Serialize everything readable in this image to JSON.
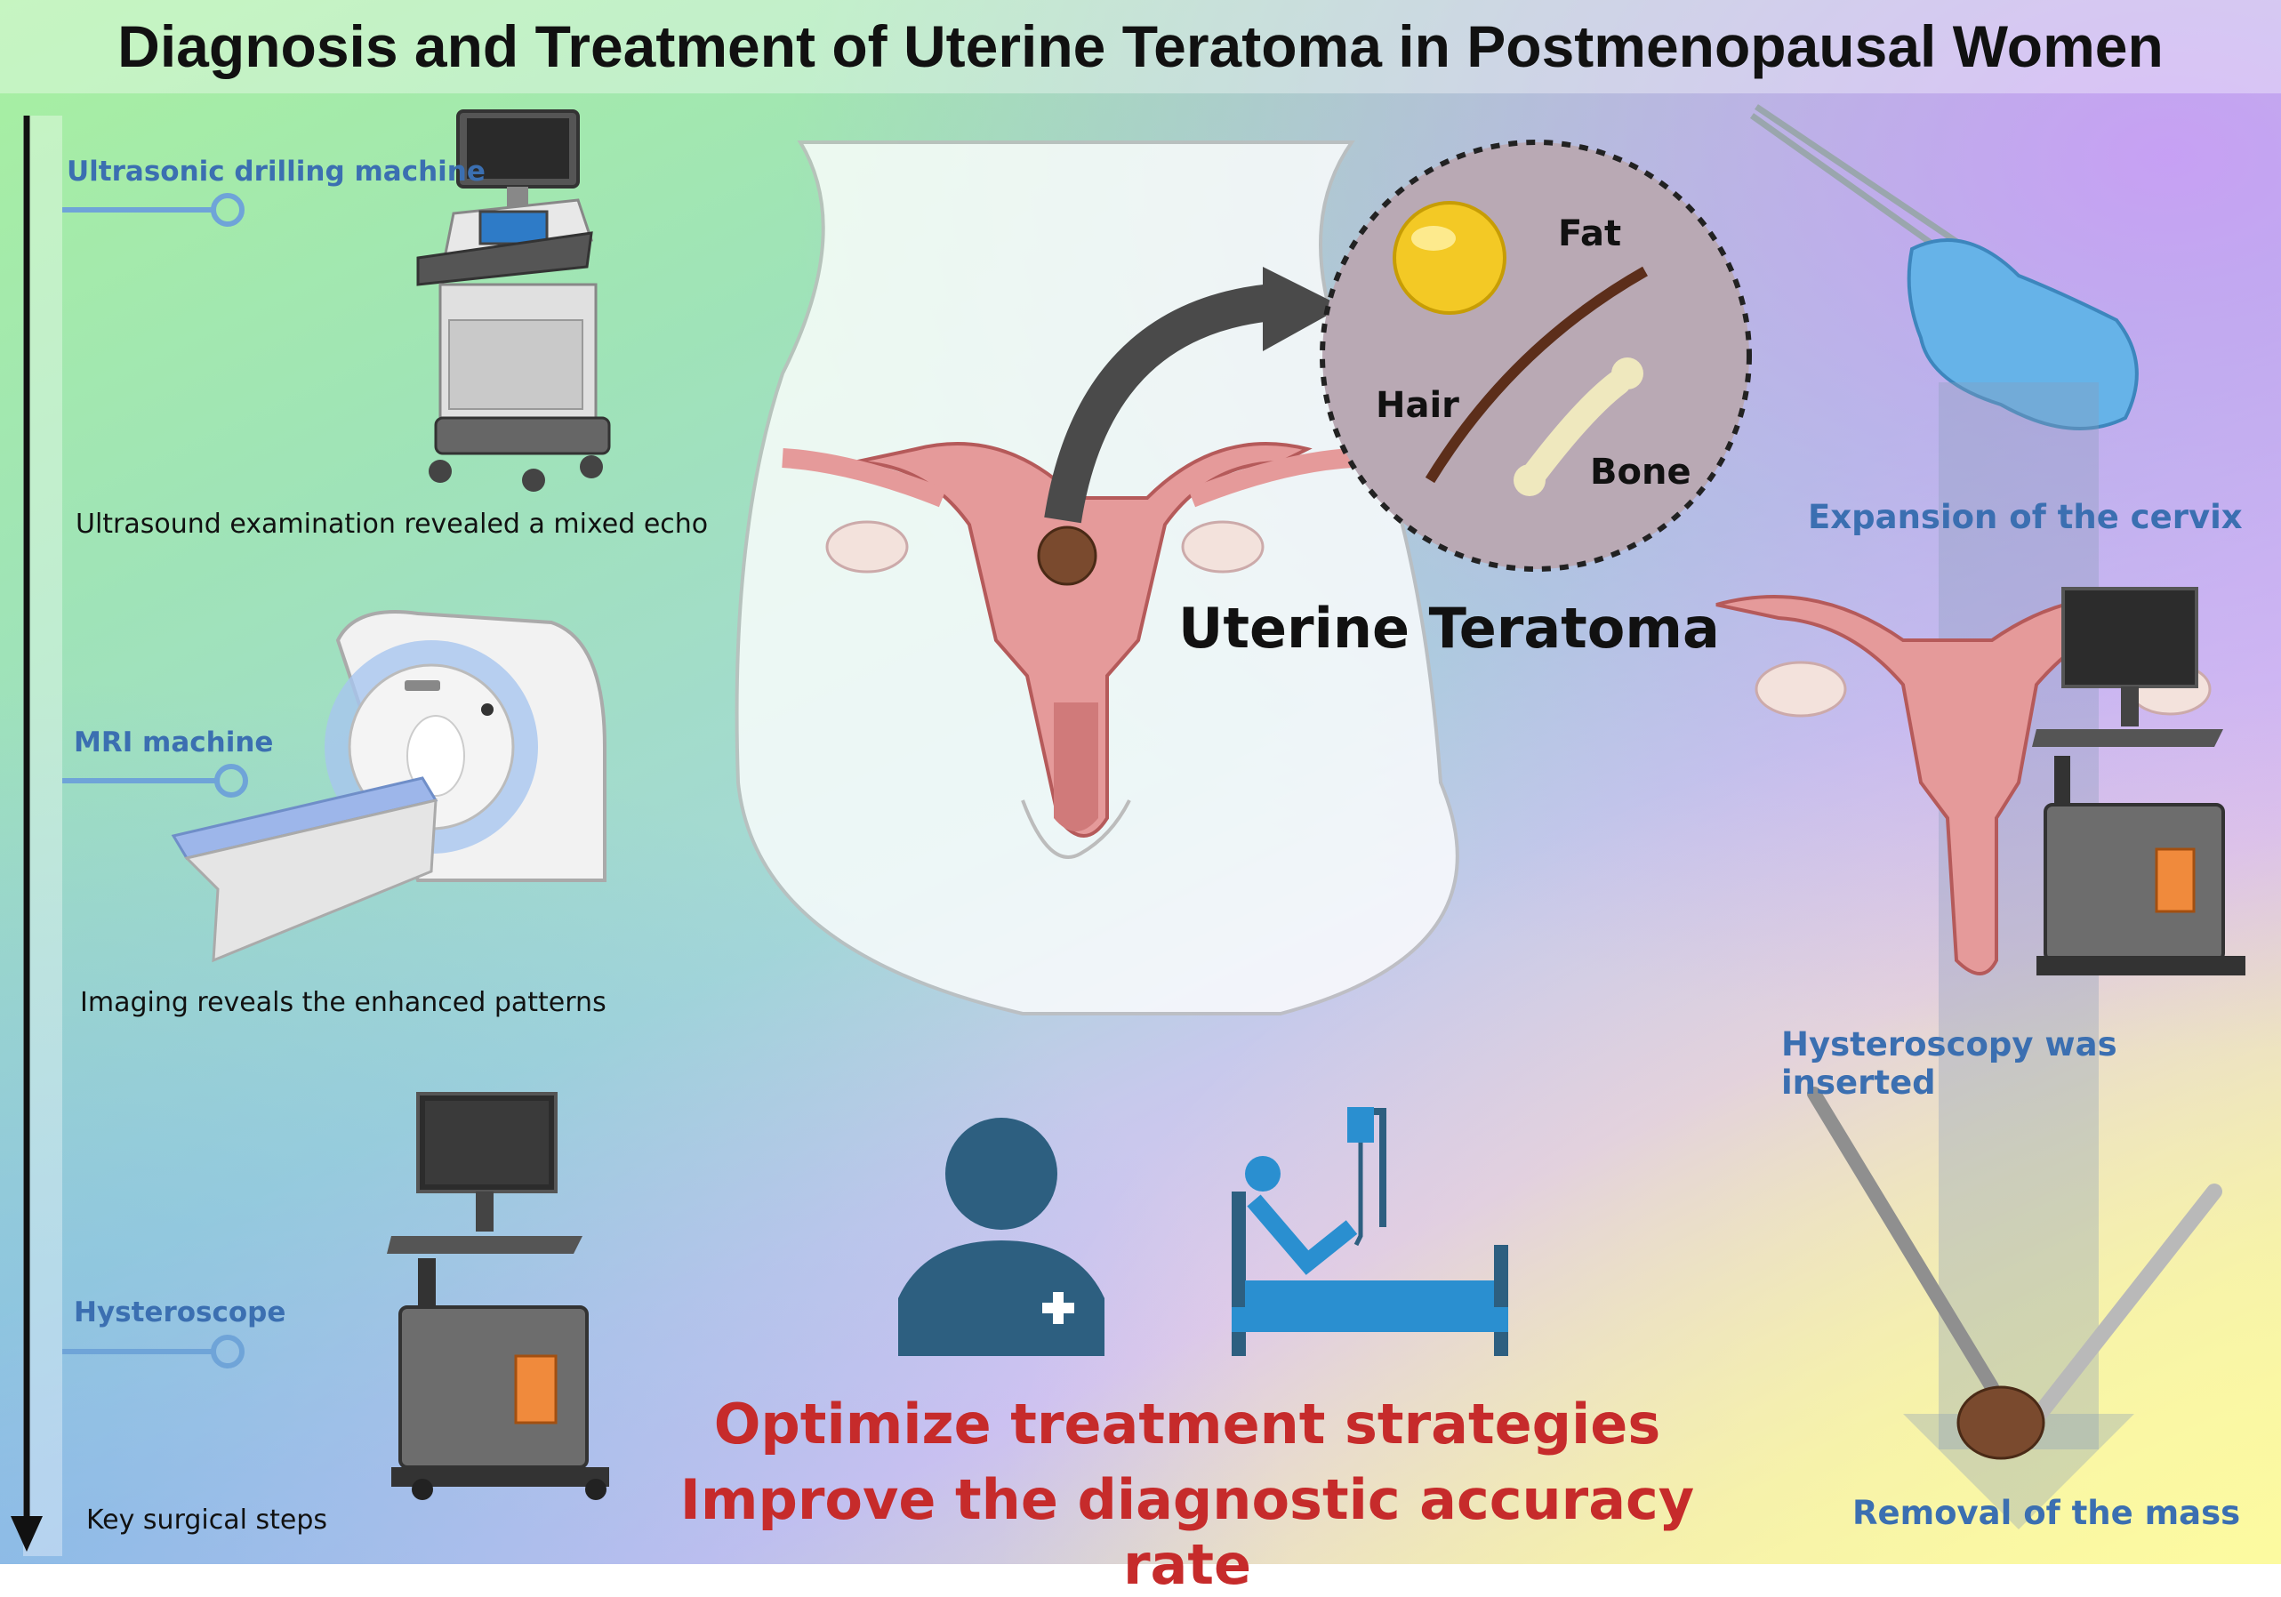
{
  "title": "Diagnosis and Treatment of Uterine Teratoma in Postmenopausal Women",
  "left_steps": {
    "ultrasound_label": "Ultrasonic drilling machine",
    "ultrasound_caption": "Ultrasound examination revealed a mixed echo",
    "mri_label": "MRI machine",
    "mri_caption": "Imaging reveals the enhanced patterns",
    "hysteroscope_label": "Hysteroscope",
    "axis_caption": "Key surgical steps"
  },
  "center": {
    "main_label": "Uterine Teratoma",
    "inset_labels": {
      "fat": "Fat",
      "hair": "Hair",
      "bone": "Bone"
    },
    "goal_line1": "Optimize treatment strategies",
    "goal_line2": "Improve the diagnostic accuracy rate"
  },
  "right_steps": {
    "step1": "Expansion of the cervix",
    "step2": "Hysteroscopy was inserted",
    "step3": "Removal of the mass"
  },
  "colors": {
    "step_label": "#3b6fb1",
    "goal_text": "#c62b2b",
    "icon": "#2d5f80",
    "icon_light": "#2a8fd0"
  },
  "icons": [
    "ultrasound-machine-icon",
    "mri-machine-icon",
    "hysteroscope-tower-icon",
    "doctor-icon",
    "patient-bed-icon",
    "forceps-icon",
    "gloved-hand-icon"
  ]
}
